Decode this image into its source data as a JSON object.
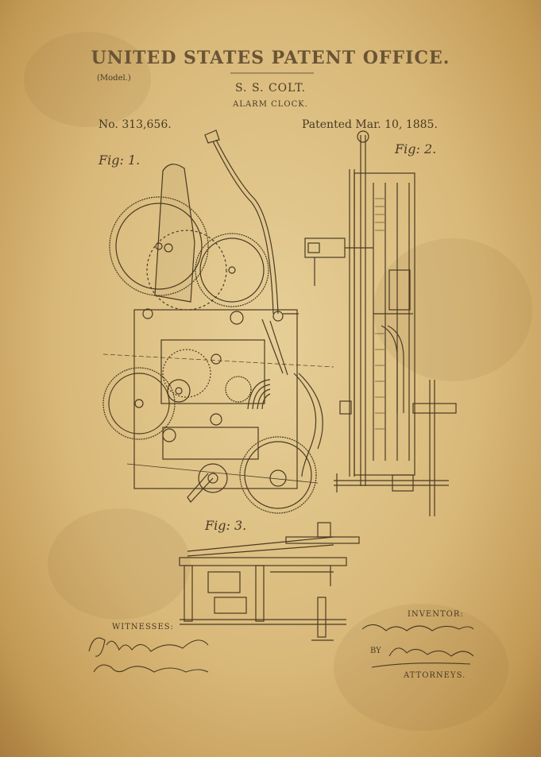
{
  "header": {
    "title": "UNITED STATES PATENT OFFICE.",
    "model": "(Model.)",
    "inventor_name": "S. S. COLT.",
    "subject": "ALARM CLOCK.",
    "patent_number": "No. 313,656.",
    "patent_date": "Patented Mar. 10, 1885."
  },
  "figures": {
    "fig1": "Fig: 1.",
    "fig2": "Fig: 2.",
    "fig3": "Fig: 3."
  },
  "footer": {
    "witnesses_label": "WITNESSES:",
    "inventor_label": "INVENTOR:",
    "by_label": "BY",
    "attorneys_label": "ATTORNEYS."
  },
  "colors": {
    "paper": "#d9b97a",
    "ink": "#4a3a22"
  }
}
